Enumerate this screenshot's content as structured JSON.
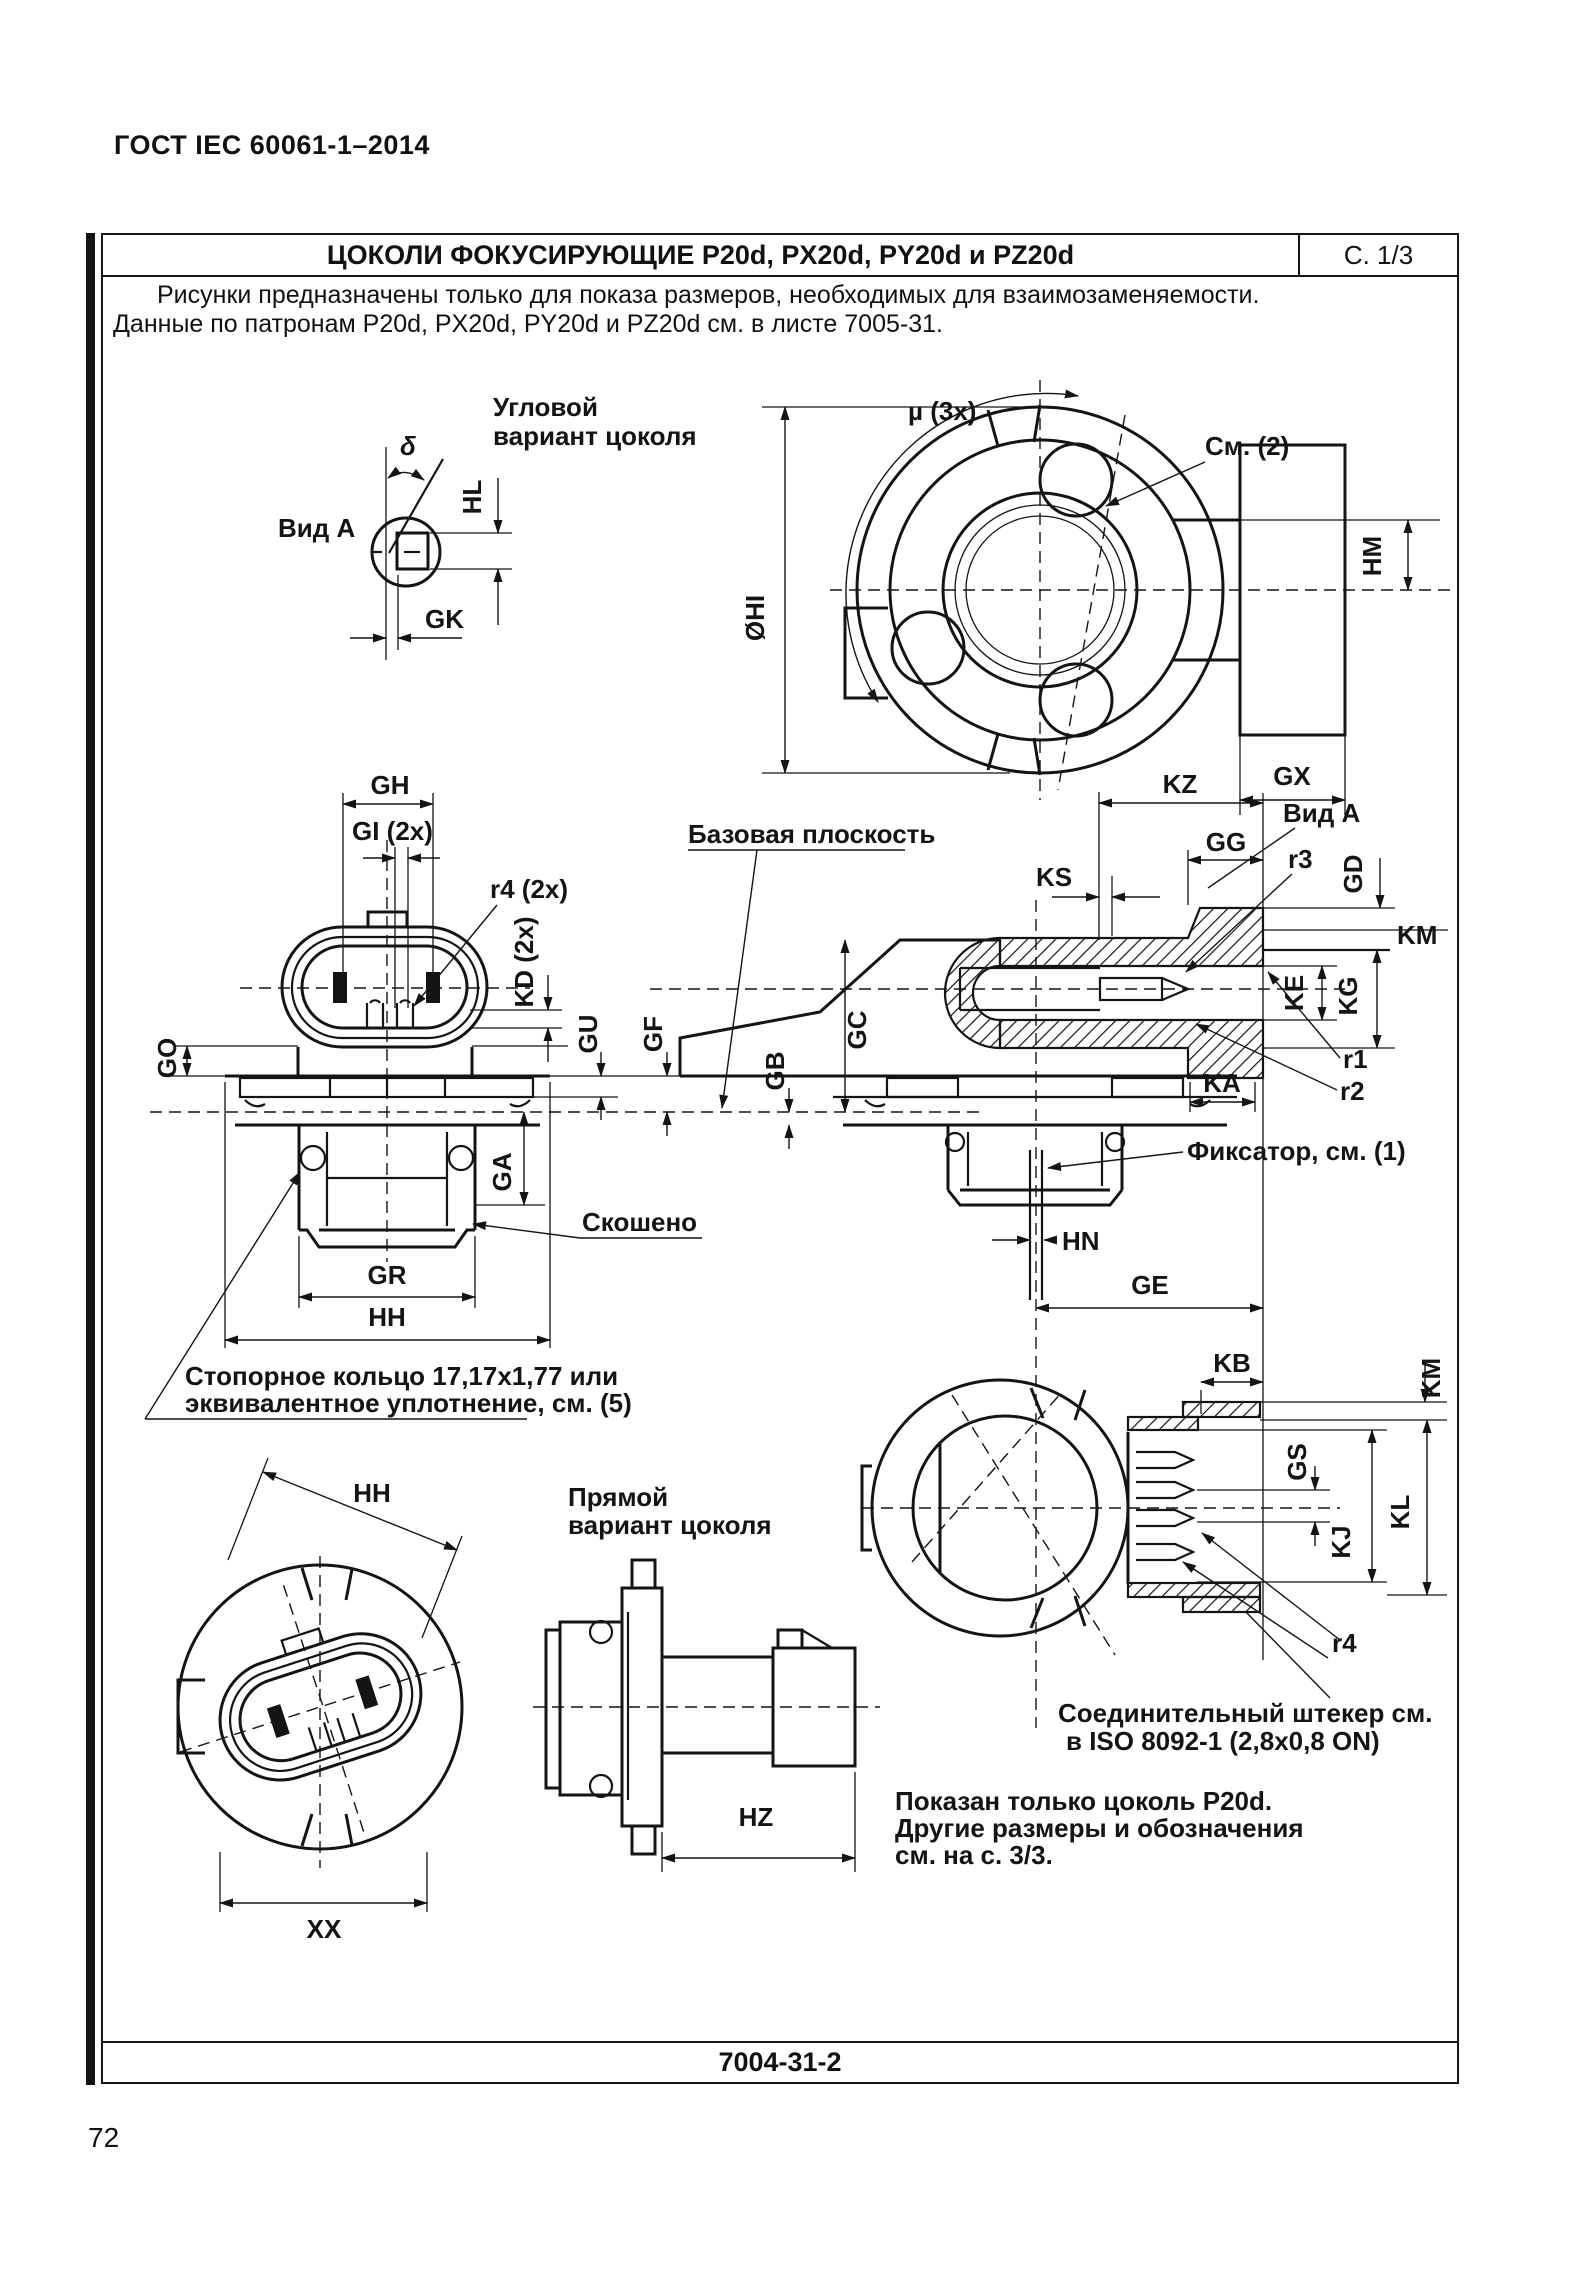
{
  "page": {
    "header": "ГОСТ IEC 60061-1–2014",
    "page_number": "72"
  },
  "sheet": {
    "title": "ЦОКОЛИ ФОКУСИРУЮЩИЕ P20d, PX20d, PY20d и PZ20d",
    "page_ref": "С. 1/3",
    "intro_line1": "Рисунки предназначены только для показа размеров, необходимых для взаимозаменяемости.",
    "intro_line2": "Данные по патронам P20d, PX20d, PY20d и PZ20d см. в листе 7005-31.",
    "doc_code": "7004-31-2"
  },
  "view_a_top": {
    "caption": "Вид A",
    "variant_line1": "Угловой",
    "variant_line2": "вариант цоколя",
    "delta": "δ",
    "hl": "HL",
    "gk": "GK"
  },
  "flange_view": {
    "mu": "µ (3x)",
    "see2": "См. (2)",
    "dia_hi": "ØHI",
    "hm": "HM",
    "gx": "GX"
  },
  "front_view": {
    "gh": "GH",
    "gi": "GI (2x)",
    "r4": "r4 (2x)",
    "kd": "KD (2x)",
    "go": "GO",
    "gu": "GU",
    "gf": "GF",
    "ga": "GA",
    "gr": "GR",
    "hh": "HH",
    "chamfered": "Скошено",
    "base_plane": "Базовая плоскость"
  },
  "section_view": {
    "kz": "KZ",
    "view_a": "Вид A",
    "gg": "GG",
    "r3": "r3",
    "gd": "GD",
    "km": "KM",
    "ks": "KS",
    "ke": "KE",
    "kg": "KG",
    "gc": "GC",
    "gb": "GB",
    "ka": "KA",
    "r1": "r1",
    "r2": "r2",
    "lock": "Фиксатор, см. (1)",
    "hn": "HN",
    "ge": "GE"
  },
  "rotated_view": {
    "hh": "HH",
    "xx": "XX"
  },
  "straight_view": {
    "variant_line1": "Прямой",
    "variant_line2": "вариант цоколя",
    "hz": "HZ"
  },
  "pin_view": {
    "kb": "KB",
    "km": "KM",
    "gs": "GS",
    "kj": "KJ",
    "kl": "KL",
    "r4": "r4"
  },
  "notes": {
    "lock_ring_line1": "Стопорное кольцо 17,17х1,77 или",
    "lock_ring_line2": "эквивалентное уплотнение, см. (5)",
    "connector_line1": "Соединительный штекер см.",
    "connector_line2": "в ISO 8092-1 (2,8х0,8 ON)",
    "shown_line1": "Показан только цоколь P20d.",
    "shown_line2": "Другие размеры и обозначения",
    "shown_line3": "см. на с. 3/3."
  }
}
